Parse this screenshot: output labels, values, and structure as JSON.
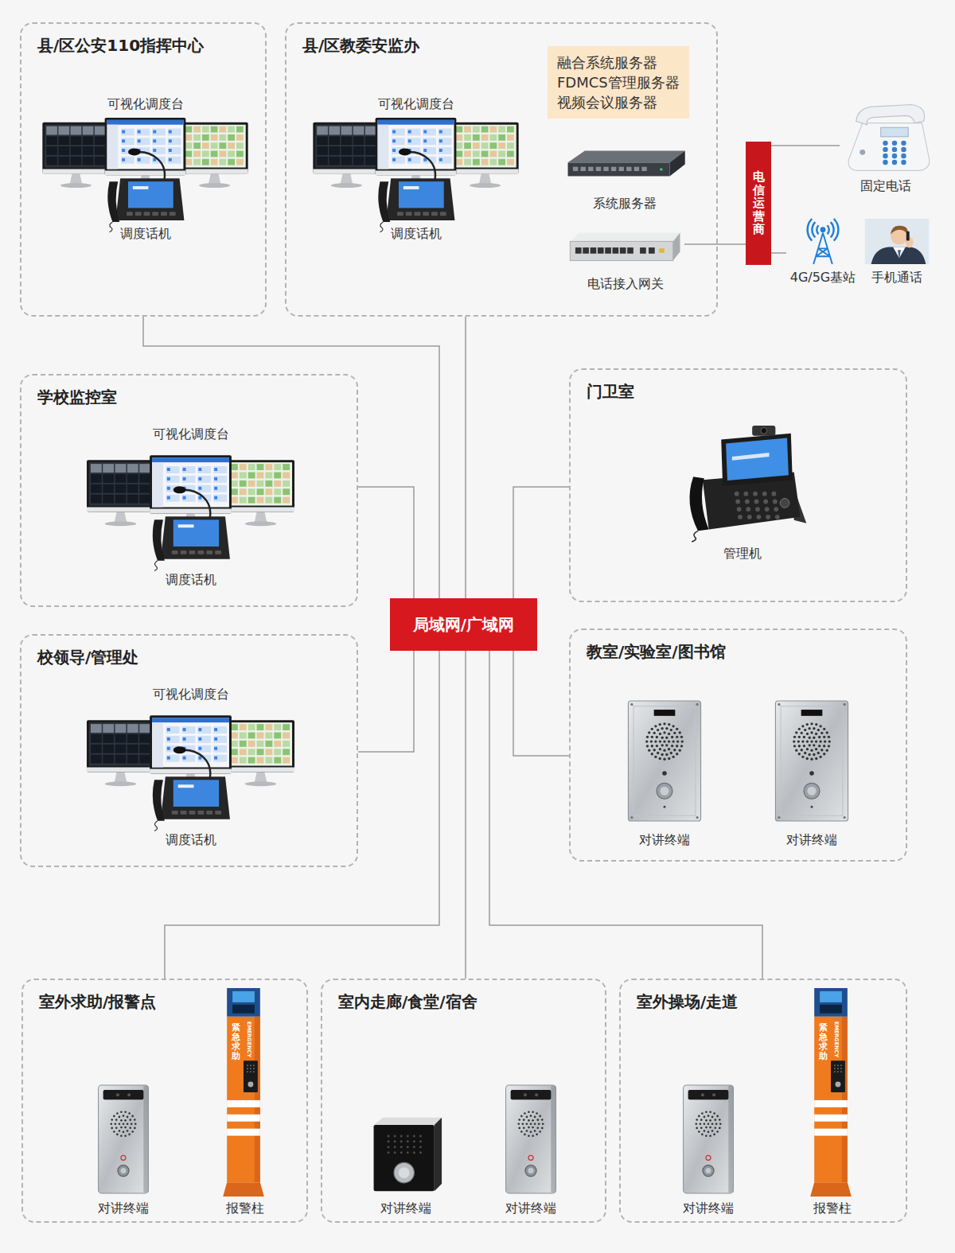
{
  "diagram": {
    "nodes": [
      {
        "text": [
          "县/区公安110指挥中心"
        ]
      },
      {
        "text": [
          "可视化调度台",
          "调度话机"
        ],
        "in": 0
      },
      {
        "text": [
          "县/区教委安监办"
        ]
      },
      {
        "text": [
          "可视化调度台",
          "调度话机"
        ],
        "in": 2
      },
      {
        "text": [
          "融合系统服务器 FDMCS管理服务器 视频会议服务器"
        ],
        "in": 2
      },
      {
        "text": [
          "系统服务器"
        ],
        "in": 2
      },
      {
        "text": [
          "电话接入网关"
        ],
        "in": 2
      },
      {
        "text": [
          "电信运营商"
        ]
      },
      {
        "text": [
          "固定电话"
        ]
      },
      {
        "text": [
          "4G/5G基站"
        ]
      },
      {
        "text": [
          "手机通话"
        ]
      },
      {
        "text": [
          "学校监控室"
        ]
      },
      {
        "text": [
          "可视化调度台",
          "调度话机"
        ],
        "in": 11
      },
      {
        "text": [
          "门卫室"
        ]
      },
      {
        "text": [
          "管理机"
        ],
        "in": 13
      },
      {
        "text": [
          "局域网/广域网"
        ]
      },
      {
        "text": [
          "校领导/管理处"
        ]
      },
      {
        "text": [
          "可视化调度台",
          "调度话机"
        ],
        "in": 16
      },
      {
        "text": [
          "教室/实验室/图书馆"
        ]
      },
      {
        "text": [
          "对讲终端"
        ],
        "in": 18
      },
      {
        "text": [
          "对讲终端"
        ],
        "in": 18
      },
      {
        "text": [
          "室外求助/报警点"
        ]
      },
      {
        "text": [
          "对讲终端"
        ],
        "in": 21
      },
      {
        "text": [
          "报警柱"
        ],
        "in": 21
      },
      {
        "text": [
          "室内走廊/食堂/宿舍"
        ]
      },
      {
        "text": [
          "对讲终端"
        ],
        "in": 24
      },
      {
        "text": [
          "对讲终端"
        ],
        "in": 24
      },
      {
        "text": [
          "室外操场/走道"
        ]
      },
      {
        "text": [
          "对讲终端"
        ],
        "in": 27
      },
      {
        "text": [
          "报警柱"
        ],
        "in": 27
      }
    ],
    "edges": [
      {
        "from": 0,
        "to": 15,
        "arrow": "none"
      },
      {
        "from": 2,
        "to": 15,
        "arrow": "none"
      },
      {
        "from": 11,
        "to": 15,
        "arrow": "none"
      },
      {
        "from": 16,
        "to": 15,
        "arrow": "none"
      },
      {
        "from": 13,
        "to": 15,
        "arrow": "none"
      },
      {
        "from": 18,
        "to": 15,
        "arrow": "none"
      },
      {
        "from": 21,
        "to": 15,
        "arrow": "none"
      },
      {
        "from": 24,
        "to": 15,
        "arrow": "none"
      },
      {
        "from": 27,
        "to": 15,
        "arrow": "none"
      },
      {
        "from": 6,
        "to": 7,
        "arrow": "none"
      },
      {
        "from": 7,
        "to": 8,
        "arrow": "none"
      },
      {
        "from": 7,
        "to": 9,
        "arrow": "none"
      }
    ],
    "labels": [
      "紧急求助",
      "EMERGENCY",
      "紧急求助",
      "EMERGENCY"
    ]
  }
}
